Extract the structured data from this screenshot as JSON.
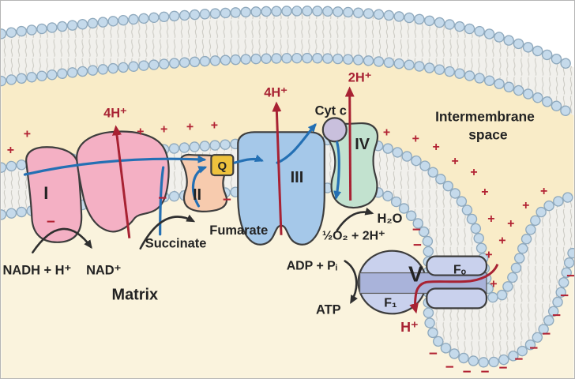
{
  "regions": {
    "intermembrane_line1": "Intermembrane",
    "intermembrane_line2": "space",
    "matrix": "Matrix"
  },
  "complexes": {
    "c1": "I",
    "c2": "II",
    "c3": "III",
    "c4": "IV",
    "c5": "V",
    "q": "Q",
    "cyt_c": "Cyt c",
    "f1": "F₁",
    "fo": "Fₒ"
  },
  "protons": {
    "c1": "4H⁺",
    "c3": "4H⁺",
    "c4": "2H⁺",
    "synthase": "H⁺"
  },
  "molecules": {
    "nadh": "NADH + H⁺",
    "nad": "NAD⁺",
    "succinate": "Succinate",
    "fumarate": "Fumarate",
    "h2o": "H₂O",
    "o2": "½O₂ + 2H⁺",
    "adp": "ADP + Pᵢ",
    "atp": "ATP"
  },
  "charges": {
    "plus": "+",
    "minus": "−"
  },
  "colors": {
    "accent_red": "#a82233",
    "electron_blue": "#2470b4",
    "outline_black": "#2f2f2f",
    "complex_i": "#f4b0c4",
    "complex_ii": "#f7cbae",
    "complex_iii": "#a5c8e9",
    "complex_iv": "#c2e2cf",
    "complex_v": "#c9d1ed",
    "v_stalk": "#a9b3da",
    "cyt_c": "#c9c0dd",
    "q_gold": "#eec23d",
    "bead_fill": "#c5daeb",
    "bead_outline": "#8fa9bd",
    "membrane_band": "#f1f0ec",
    "ims_bg": "#f9ecc8",
    "matrix_bg": "#faf3dd",
    "outside_bg": "#ffffff"
  }
}
